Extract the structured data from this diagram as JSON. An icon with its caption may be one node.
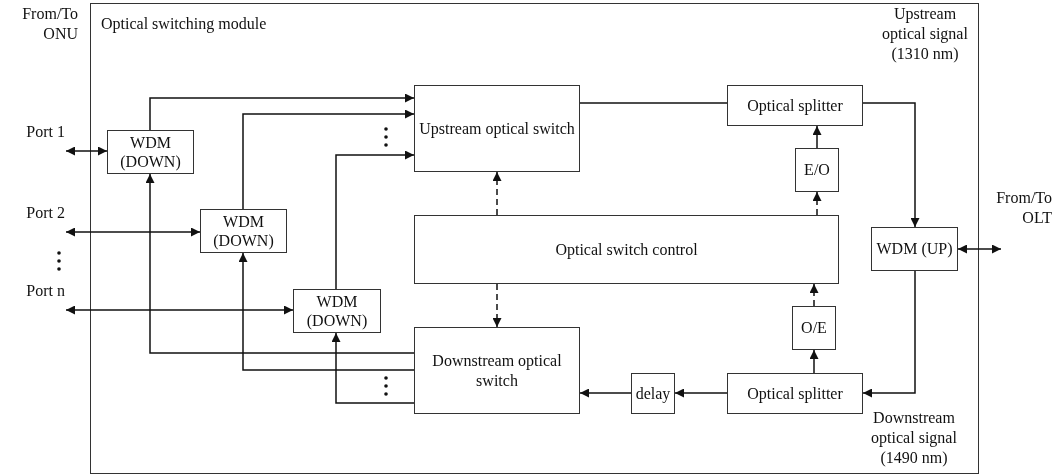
{
  "diagram": {
    "nodes": [
      {
        "text": [
          "Optical switching module"
        ]
      },
      {
        "text": [
          "WDM (DOWN)"
        ],
        "in": 0
      },
      {
        "text": [
          "WDM (DOWN)"
        ],
        "in": 0
      },
      {
        "text": [
          "WDM (DOWN)"
        ],
        "in": 0
      },
      {
        "text": [
          "Upstream optical switch"
        ],
        "in": 0
      },
      {
        "text": [
          "Optical switch control"
        ],
        "in": 0
      },
      {
        "text": [
          "Downstream optical switch"
        ],
        "in": 0
      },
      {
        "text": [
          "delay"
        ],
        "in": 0
      },
      {
        "text": [
          "Optical splitter"
        ],
        "in": 0
      },
      {
        "text": [
          "E/O"
        ],
        "in": 0
      },
      {
        "text": [
          "O/E"
        ],
        "in": 0
      },
      {
        "text": [
          "Optical splitter"
        ],
        "in": 0
      },
      {
        "text": [
          "WDM (UP)"
        ],
        "in": 0
      },
      {
        "text": [
          "Port 1"
        ]
      },
      {
        "text": [
          "Port 2"
        ]
      },
      {
        "text": [
          "Port n"
        ]
      }
    ],
    "edges": [
      {
        "from": 13,
        "to": 1,
        "arrow": "both"
      },
      {
        "from": 14,
        "to": 2,
        "arrow": "both"
      },
      {
        "from": 15,
        "to": 3,
        "arrow": "both"
      },
      {
        "from": 1,
        "to": 4,
        "arrow": "to"
      },
      {
        "from": 2,
        "to": 4,
        "arrow": "to"
      },
      {
        "from": 3,
        "to": 4,
        "arrow": "to"
      },
      {
        "from": 6,
        "to": 1,
        "arrow": "to"
      },
      {
        "from": 6,
        "to": 2,
        "arrow": "to"
      },
      {
        "from": 6,
        "to": 3,
        "arrow": "to"
      },
      {
        "from": 4,
        "to": 8,
        "arrow": "none"
      },
      {
        "from": 8,
        "to": 12,
        "arrow": "to"
      },
      {
        "from": 12,
        "to": 11,
        "arrow": "to"
      },
      {
        "from": 11,
        "to": 7,
        "arrow": "to"
      },
      {
        "from": 7,
        "to": 6,
        "arrow": "to"
      },
      {
        "from": 11,
        "to": 10,
        "arrow": "to"
      },
      {
        "from": 10,
        "to": 5,
        "arrow": "to",
        "style": "dashed"
      },
      {
        "from": 5,
        "to": 9,
        "arrow": "to",
        "style": "dashed"
      },
      {
        "from": 9,
        "to": 8,
        "arrow": "to"
      },
      {
        "from": 5,
        "to": 4,
        "arrow": "to",
        "style": "dashed"
      },
      {
        "from": 5,
        "to": 6,
        "arrow": "to",
        "style": "dashed"
      },
      {
        "from": 12,
        "to": null,
        "arrow": "both"
      }
    ],
    "labels": [
      "From/To ONU",
      "Upstream optical signal (1310 nm)",
      "From/To OLT",
      "Downstream optical signal (1490 nm)"
    ]
  }
}
